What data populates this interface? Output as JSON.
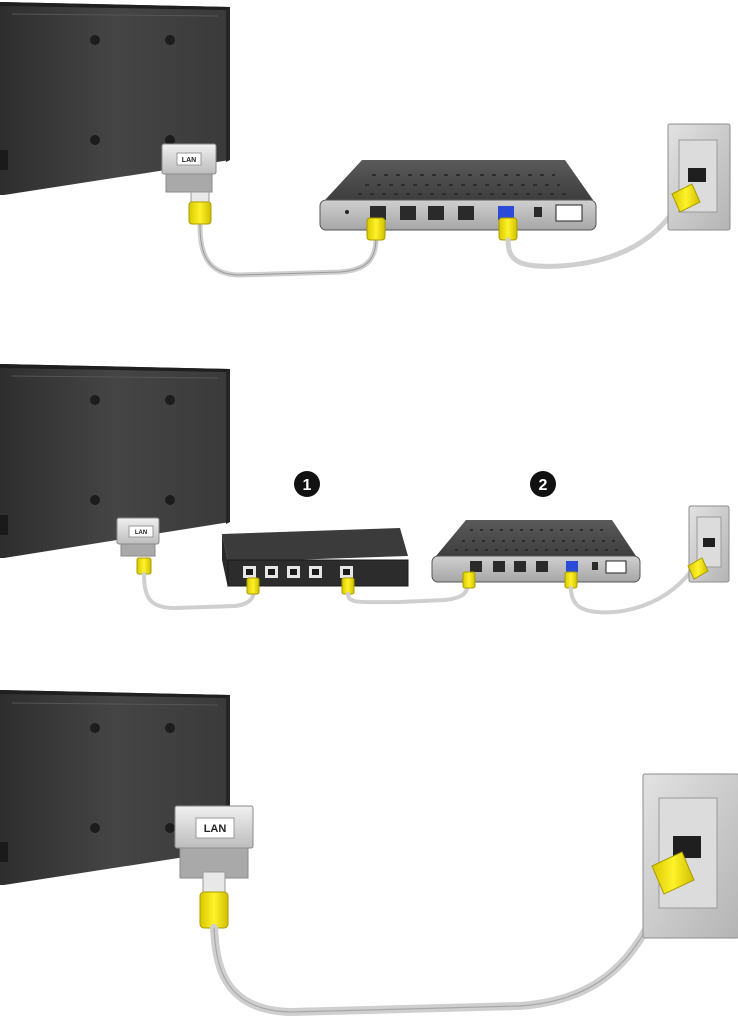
{
  "panels": [
    {
      "id": "panel-1",
      "port_label": "LAN"
    },
    {
      "id": "panel-2",
      "port_label": "LAN",
      "markers": [
        "1",
        "2"
      ]
    },
    {
      "id": "panel-3",
      "port_label": "LAN"
    }
  ],
  "colors": {
    "tv_body": "#3d3d3d",
    "tv_edge": "#2a2a2a",
    "cable": "#d6d6d6",
    "connector": "#f2e200",
    "router": "#4a4a4a",
    "router_face": "#bdbdbd",
    "wall_plate": "#c9c9c9",
    "uplink_port": "#2a4ad8",
    "marker_fill": "#111111",
    "marker_text": "#ffffff"
  },
  "icons": [
    "tv-back-icon",
    "lan-adapter-icon",
    "router-icon",
    "switch-icon",
    "wall-jack-icon",
    "ethernet-connector-icon"
  ]
}
